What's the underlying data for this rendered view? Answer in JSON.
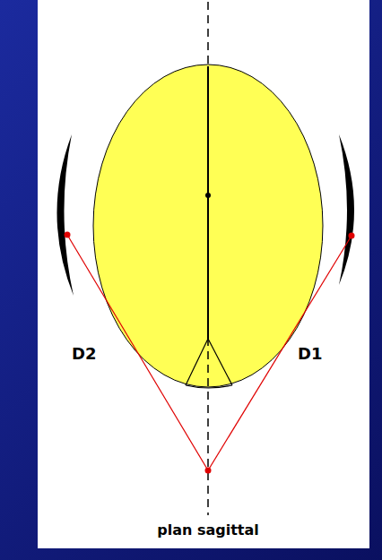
{
  "diagram": {
    "labels": [
      "D2",
      "D1",
      "plan sagittal"
    ]
  }
}
